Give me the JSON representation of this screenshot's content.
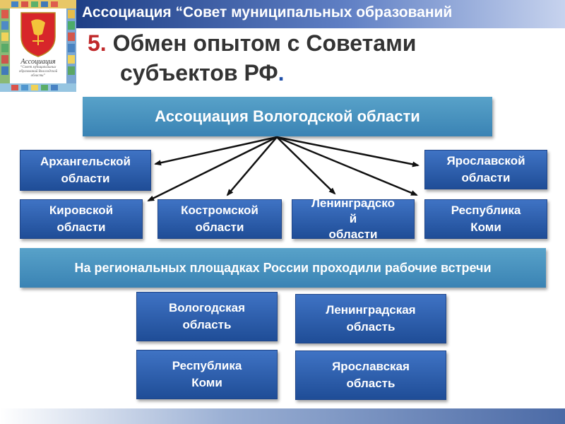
{
  "header": {
    "title": "Ассоциация “Совет муниципальных образований"
  },
  "logo": {
    "name": "Ассоциация",
    "subtitle": "“Совет муниципальных образований Вологодской области”"
  },
  "slide_title": {
    "number": "5.",
    "line1": "Обмен опытом с Советами",
    "line2": "субъектов РФ",
    "dot": "."
  },
  "main_box": {
    "label": "Ассоциация Вологодской области"
  },
  "regions": [
    {
      "id": "arkhangelsk",
      "label": "Архангельской\nобласти"
    },
    {
      "id": "yaroslavl",
      "label": "Ярославской\nобласти"
    },
    {
      "id": "kirov",
      "label": "Кировской\nобласти"
    },
    {
      "id": "kostroma",
      "label": "Костромской\nобласти"
    },
    {
      "id": "leningrad",
      "label": "Ленинградско\nй\nобласти"
    },
    {
      "id": "komi",
      "label": "Республика\nКоми"
    }
  ],
  "meetings_banner": {
    "label": "На региональных площадках России проходили рабочие встречи"
  },
  "meetings": [
    {
      "id": "vologda",
      "label": "Вологодская\nобласть"
    },
    {
      "id": "leningrad",
      "label": "Ленинградская\nобласть"
    },
    {
      "id": "komi",
      "label": "Республика\nКоми"
    },
    {
      "id": "yaroslavl",
      "label": "Ярославская\nобласть"
    }
  ],
  "colors": {
    "header_bar": "#1e3f86",
    "title_number": "#c0282a",
    "title_text": "#333333",
    "light_box": "#4a93c0",
    "dark_box": "#2a5aa8",
    "arrow": "#111111",
    "coat_shield": "#d7262a"
  }
}
